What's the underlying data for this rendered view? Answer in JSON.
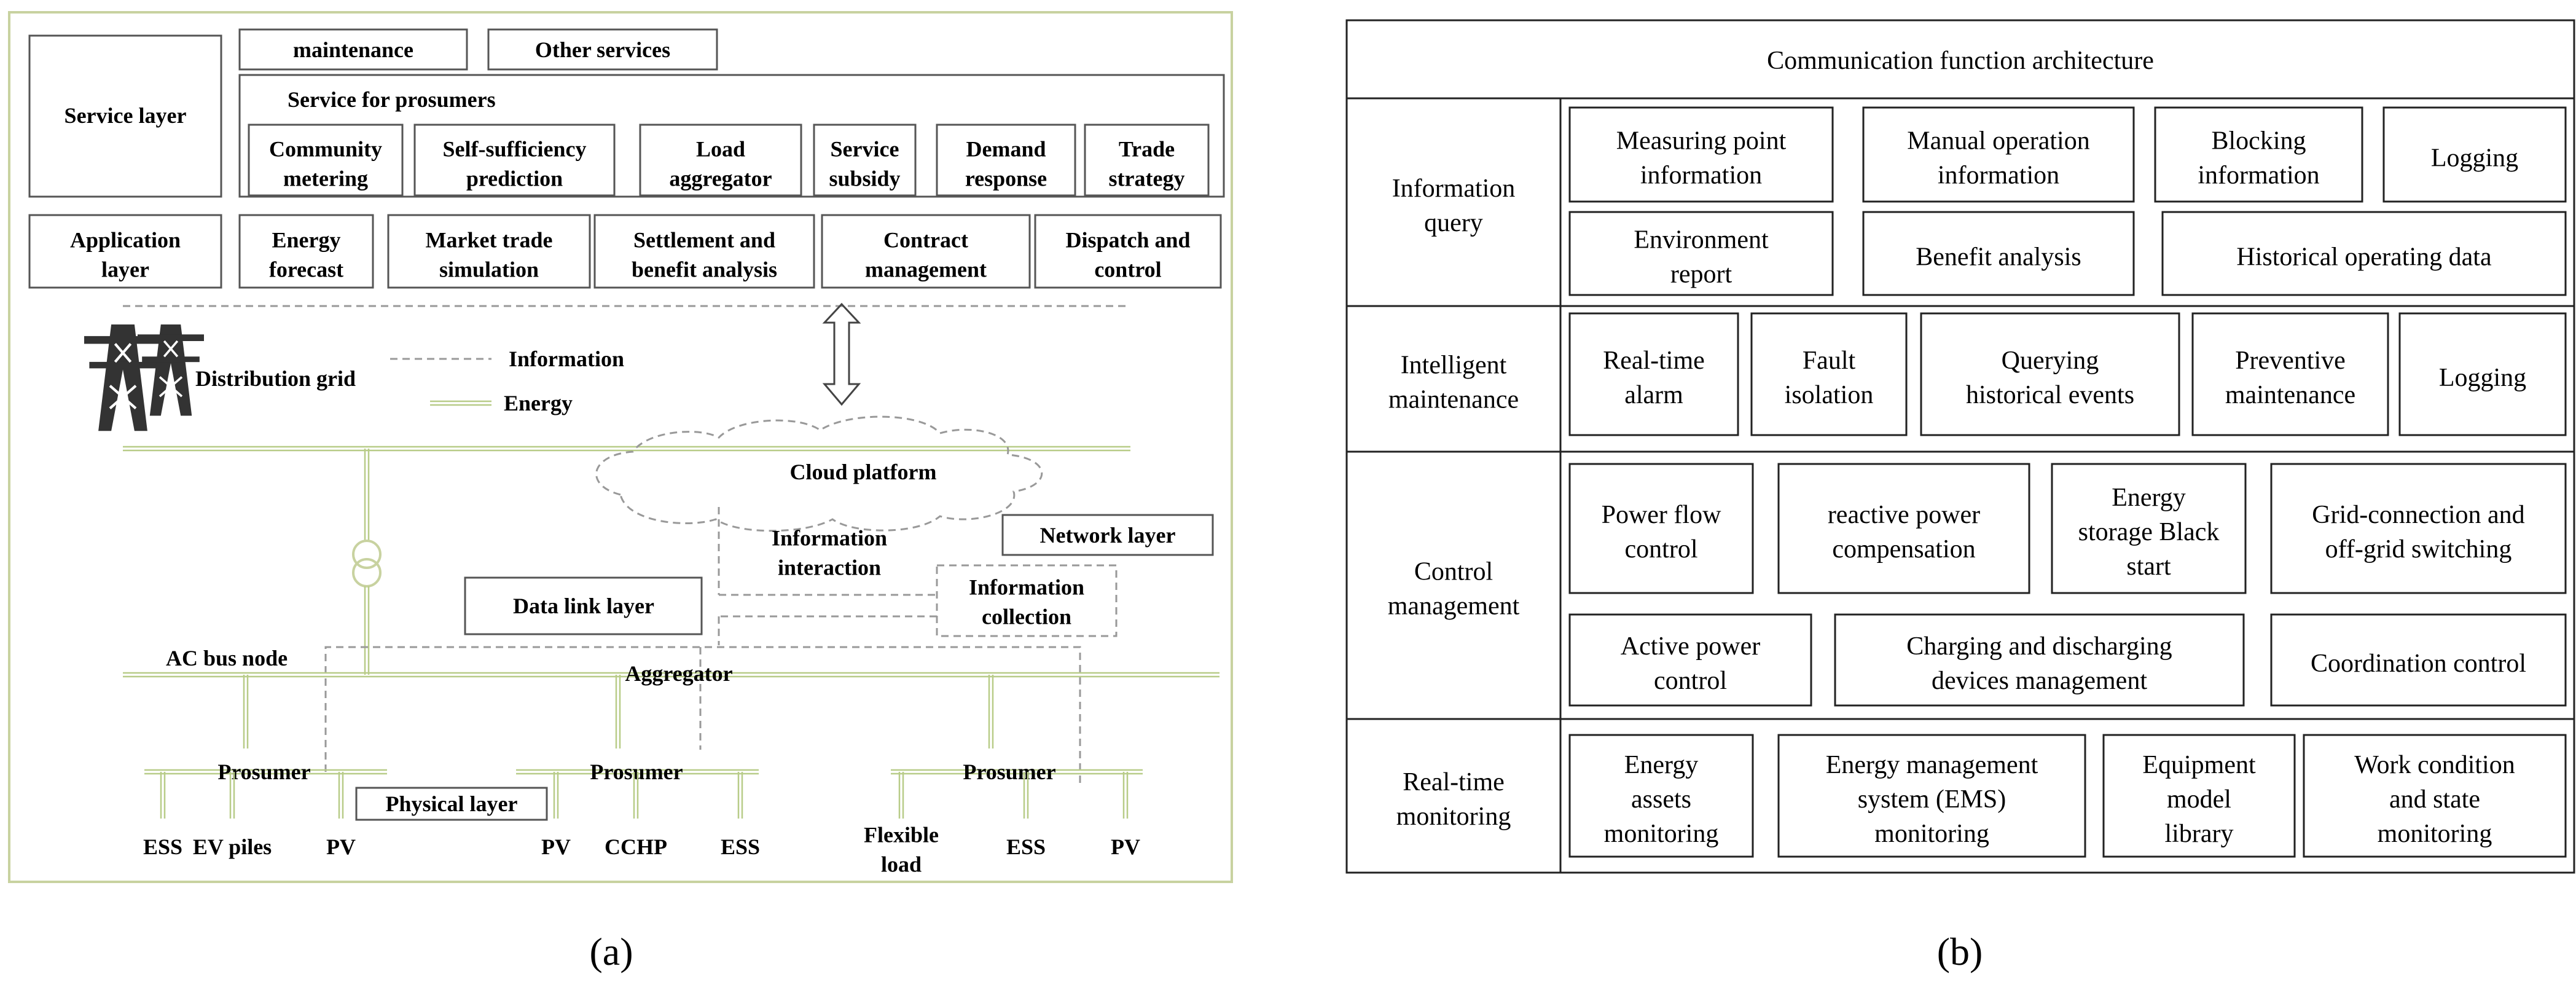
{
  "panel_a": {
    "caption": "(a)",
    "service_layer": {
      "label": "Service layer",
      "top_items": [
        "maintenance",
        "Other services"
      ],
      "prosumer_services_label": "Service for prosumers",
      "prosumer_services": [
        [
          "Community",
          "metering"
        ],
        [
          "Self-sufficiency",
          "prediction"
        ],
        [
          "Load",
          "aggregator"
        ],
        [
          "Service",
          "subsidy"
        ],
        [
          "Demand",
          "response"
        ],
        [
          "Trade",
          "strategy"
        ]
      ]
    },
    "application_layer": {
      "label": [
        "Application",
        "layer"
      ],
      "items": [
        [
          "Energy",
          "forecast"
        ],
        [
          "Market trade",
          "simulation"
        ],
        [
          "Settlement and",
          "benefit analysis"
        ],
        [
          "Contract",
          "management"
        ],
        [
          "Dispatch and",
          "control"
        ]
      ]
    },
    "legend": {
      "information": "Information",
      "energy": "Energy"
    },
    "labels": {
      "distribution_grid": "Distribution grid",
      "cloud_platform": "Cloud platform",
      "information_interaction": [
        "Information",
        "interaction"
      ],
      "network_layer": "Network layer",
      "data_link_layer": "Data link layer",
      "information_collection": [
        "Information",
        "collection"
      ],
      "ac_bus_node": "AC bus node",
      "aggregator": "Aggregator",
      "physical_layer": "Physical layer"
    },
    "prosumer_groups": [
      {
        "label": "Prosumer",
        "devices": [
          "ESS",
          "EV piles",
          "PV"
        ]
      },
      {
        "label": "Prosumer",
        "devices": [
          "PV",
          "CCHP",
          "ESS"
        ]
      },
      {
        "label": "Prosumer",
        "devices": [
          [
            "Flexible",
            "load"
          ],
          "ESS",
          "PV"
        ]
      }
    ],
    "colors": {
      "frame": "#c8d2a0",
      "energy_line": "#b8cc88",
      "info_line": "#999999"
    }
  },
  "panel_b": {
    "caption": "(b)",
    "title": "Communication function architecture",
    "rows": [
      {
        "label": [
          "Information",
          "query"
        ],
        "lines": [
          [
            [
              "Measuring point",
              "information"
            ],
            [
              "Manual operation",
              "information"
            ],
            [
              "Blocking",
              "information"
            ],
            [
              "Logging"
            ]
          ],
          [
            [
              "Environment",
              "report"
            ],
            [
              "Benefit analysis"
            ],
            [
              "Historical operating data"
            ]
          ]
        ]
      },
      {
        "label": [
          "Intelligent",
          "maintenance"
        ],
        "lines": [
          [
            [
              "Real-time",
              "alarm"
            ],
            [
              "Fault",
              "isolation"
            ],
            [
              "Querying",
              "historical events"
            ],
            [
              "Preventive",
              "maintenance"
            ],
            [
              "Logging"
            ]
          ]
        ]
      },
      {
        "label": [
          "Control",
          "management"
        ],
        "lines": [
          [
            [
              "Power flow",
              "control"
            ],
            [
              "reactive power",
              "compensation"
            ],
            [
              "Energy",
              "storage Black",
              "start"
            ],
            [
              "Grid-connection and",
              "off-grid switching"
            ]
          ],
          [
            [
              "Active power",
              "control"
            ],
            [
              "Charging and discharging",
              "devices management"
            ],
            [
              "Coordination control"
            ]
          ]
        ]
      },
      {
        "label": [
          "Real-time",
          "monitoring"
        ],
        "lines": [
          [
            [
              "Energy",
              "assets",
              "monitoring"
            ],
            [
              "Energy management",
              "system (EMS)",
              "monitoring"
            ],
            [
              "Equipment",
              "model",
              "library"
            ],
            [
              "Work condition",
              "and state",
              "monitoring"
            ]
          ]
        ]
      }
    ]
  }
}
